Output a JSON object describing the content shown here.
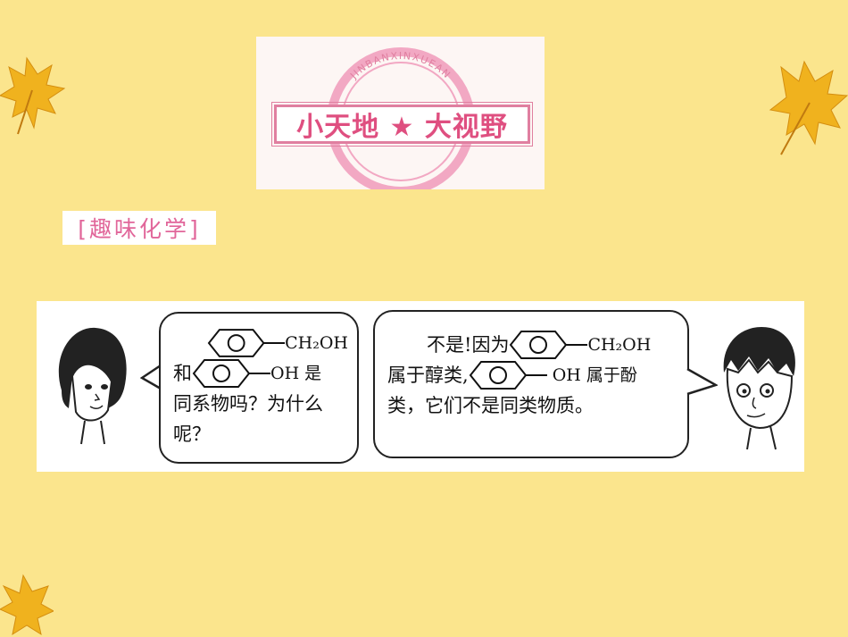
{
  "banner": {
    "arc_text": "JINBANXINXUEAN",
    "title": "小天地 ★ 大视野",
    "colors": {
      "accent": "#df4f80",
      "ring": "#f2a8c3"
    }
  },
  "section": {
    "heading": "[趣味化学]"
  },
  "comic": {
    "left_bubble": {
      "formula1": "CH₂OH",
      "prefix2": "和",
      "formula2": "OH 是",
      "line3": "同系物吗？为什么",
      "line4": "呢？"
    },
    "right_bubble": {
      "lead": "不是!因为",
      "formula1": "CH₂OH",
      "mid_prefix": "属于醇类,",
      "mid_suffix": "OH 属于酚",
      "line3": "类，它们不是同类物质。"
    }
  },
  "icons": [
    "maple-leaf-icon",
    "benzene-ring-icon",
    "girl-face-icon",
    "boy-face-icon"
  ],
  "colors": {
    "background": "#fbe58d",
    "leaf": "#f0b21e"
  }
}
